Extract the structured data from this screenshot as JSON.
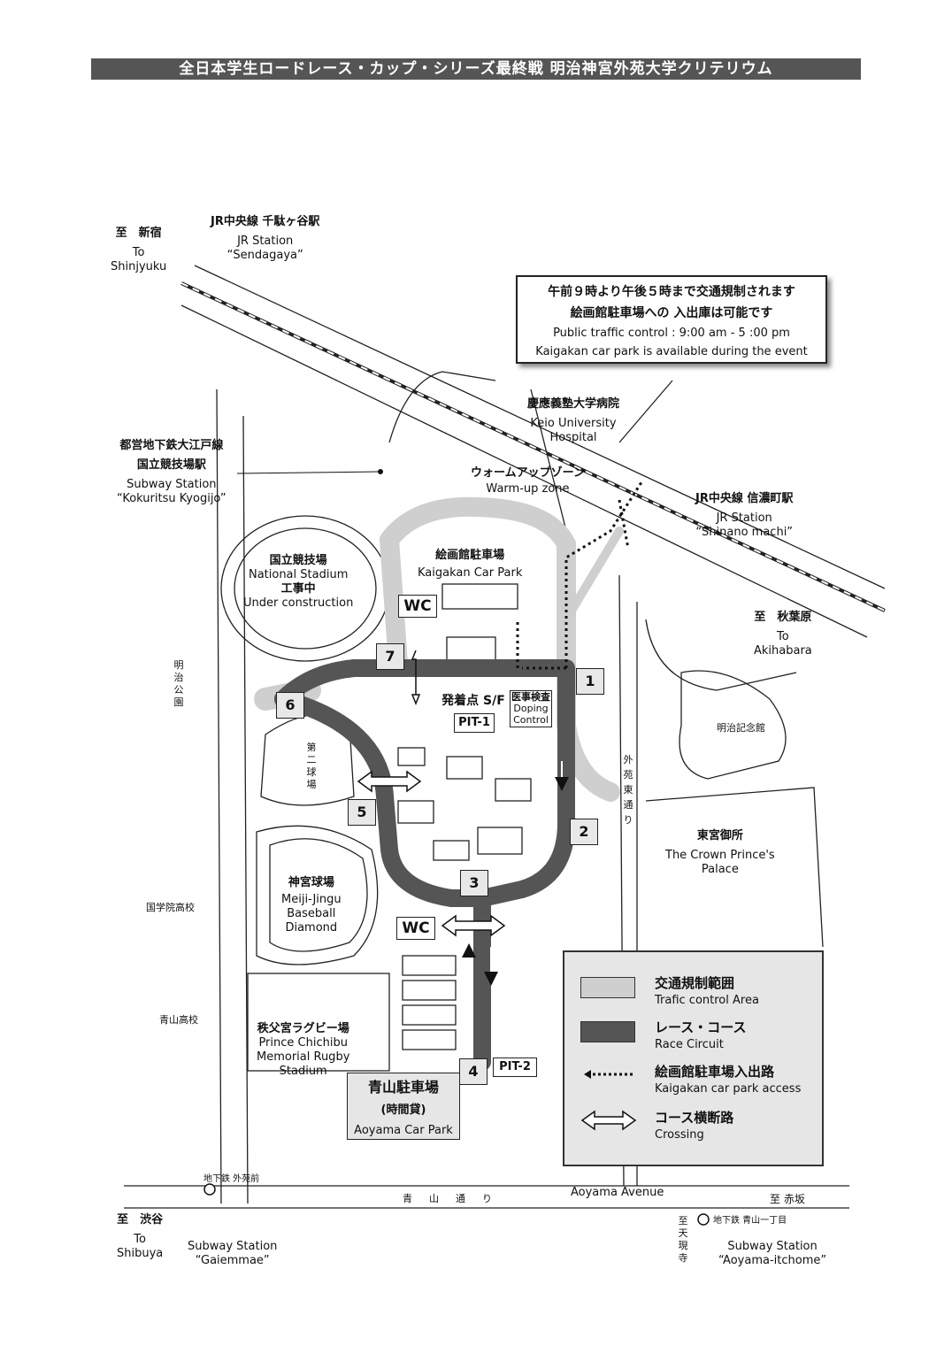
{
  "header": {
    "title": "全日本学生ロードレース・カップ・シリーズ最終戦 明治神宮外苑大学クリテリウム"
  },
  "notice": {
    "line1": "午前９時より午後５時まで交通規制されます",
    "line2": "絵画館駐車場への 入出庫は可能です",
    "line3": "Public traffic control : 9:00 am - 5 :00 pm",
    "line4": "Kaigakan car park is available during the event"
  },
  "places": {
    "shinjuku_jp": "至　新宿",
    "shinjuku_en1": "To",
    "shinjuku_en2": "Shinjyuku",
    "sendagaya_jp": "JR中央線 千駄ヶ谷駅",
    "sendagaya_en1": "JR Station",
    "sendagaya_en2": "“Sendagaya”",
    "keio_jp": "慶應義塾大学病院",
    "keio_en1": "Keio University",
    "keio_en2": "Hospital",
    "kokuritsu_jp1": "都営地下鉄大江戸線",
    "kokuritsu_jp2": "国立競技場駅",
    "kokuritsu_en1": "Subway Station",
    "kokuritsu_en2": "“Kokuritsu Kyogijo”",
    "warmup_jp": "ウォームアップゾーン",
    "warmup_en": "Warm-up zone",
    "shinanomachi_jp": "JR中央線 信濃町駅",
    "shinanomachi_en1": "JR Station",
    "shinanomachi_en2": "“Shinano machi”",
    "stadium_jp": "国立競技場",
    "stadium_en": "National Stadium",
    "stadium_jp2": "工事中",
    "stadium_en2": "Under construction",
    "kaigakan_jp": "絵画館駐車場",
    "kaigakan_en": "Kaigakan Car Park",
    "akihabara_jp": "至　秋葉原",
    "akihabara_en1": "To",
    "akihabara_en2": "Akihabara",
    "meiji_memorial": "明治記念館",
    "gaien_street": "外苑東通り",
    "crown_jp": "東宮御所",
    "crown_en1": "The Crown Prince's",
    "crown_en2": "Palace",
    "jingu_jp": "神宮球場",
    "jingu_en1": "Meiji-Jingu",
    "jingu_en2": "Baseball",
    "jingu_en3": "Diamond",
    "kokugakuin": "国学院高校",
    "aoyama_hs": "青山高校",
    "rugby_jp": "秩父宮ラグビー場",
    "rugby_en1": "Prince Chichibu",
    "rugby_en2": "Memorial Rugby",
    "rugby_en3": "Stadium",
    "daini": "第二球場",
    "meiji_park": "明治公園",
    "aoyama_ave_jp": "青　山　通　り",
    "aoyama_ave_en": "Aoyama Avenue",
    "akasaka": "至 赤坂",
    "shibuya_jp": "至　渋谷",
    "shibuya_en1": "To",
    "shibuya_en2": "Shibuya",
    "gaiemmae_small": "地下鉄 外苑前",
    "gaiemmae_en1": "Subway Station",
    "gaiemmae_en2": "“Gaiemmae”",
    "aoyama1_small": "地下鉄 青山一丁目",
    "aoyama1_en1": "Subway Station",
    "aoyama1_en2": "“Aoyama-itchome”",
    "tenkenji": "至 天現寺"
  },
  "markers": {
    "n1": "1",
    "n2": "2",
    "n3": "3",
    "n4": "4",
    "n5": "5",
    "n6": "6",
    "n7": "7",
    "wc1": "WC",
    "wc2": "WC",
    "start_finish": "発着点 S/F",
    "pit1": "PIT-1",
    "pit2": "PIT-2",
    "doping_jp": "医事検査",
    "doping_en1": "Doping",
    "doping_en2": "Control"
  },
  "parking": {
    "jp1": "青山駐車場",
    "jp2": "(時間貸)",
    "en": "Aoyama Car Park"
  },
  "legend": {
    "traffic_jp": "交通規制範囲",
    "traffic_en": "Trafic control Area",
    "race_jp": "レース・コース",
    "race_en": "Race Circuit",
    "access_jp": "絵画館駐車場入出路",
    "access_en": "Kaigakan car park access",
    "crossing_jp": "コース横断路",
    "crossing_en": "Crossing"
  },
  "colors": {
    "circuit": "#555555",
    "traffic": "#cfcfcf",
    "line": "#222222"
  }
}
